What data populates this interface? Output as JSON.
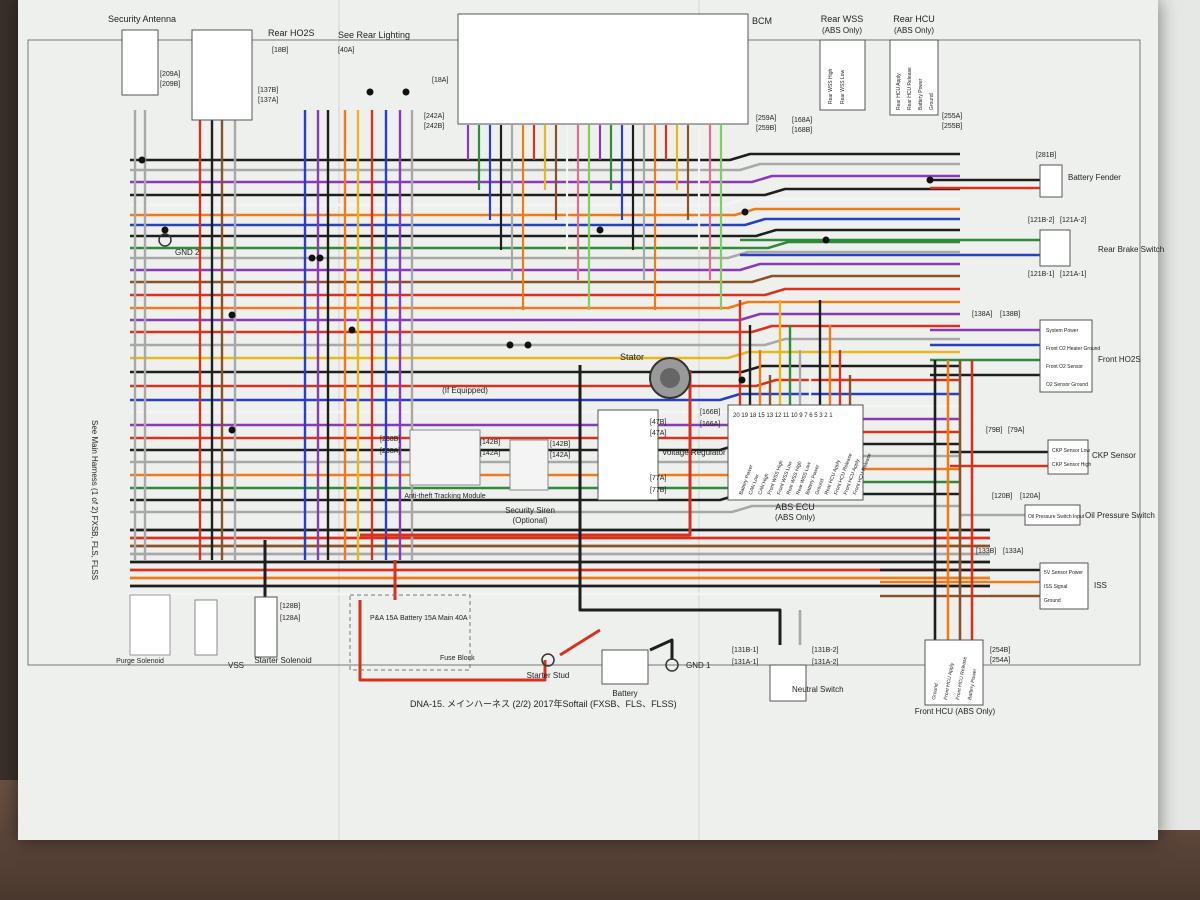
{
  "document": {
    "footer_caption": "DNA-15. メインハーネス (2/2) 2017年Softail (FXSB、FLS、FLSS)",
    "side_note": "See Main Harness (1 of 2) FXSB, FLS, FLSS"
  },
  "components": {
    "security_antenna": "Security Antenna",
    "rear_ho2s": "Rear HO2S",
    "see_rear_lighting": "See Rear Lighting",
    "bcm": "BCM",
    "rear_wss": "Rear WSS",
    "rear_wss_note": "(ABS Only)",
    "rear_hcu": "Rear HCU",
    "rear_hcu_note": "(ABS Only)",
    "battery_fender": "Battery Fender",
    "rear_brake_switch": "Rear Brake Switch",
    "front_ho2s": "Front HO2S",
    "ckp_sensor": "CKP Sensor",
    "oil_pressure_switch": "Oil Pressure Switch",
    "iss": "ISS",
    "front_hcu": "Front HCU (ABS Only)",
    "abs_ecu": "ABS ECU",
    "abs_ecu_note": "(ABS Only)",
    "stator": "Stator",
    "voltage_regulator": "Voltage Regulator",
    "security_siren": "Security Siren",
    "security_siren_note": "(Optional)",
    "anti_theft_module": "Anti-theft Tracking Module",
    "if_equipped": "(If Equipped)",
    "gnd2": "GND 2",
    "gnd1": "GND 1",
    "starter_solenoid": "Starter Solenoid",
    "starter_stud": "Starter Stud",
    "battery": "Battery",
    "neutral_switch": "Neutral Switch",
    "vss": "VSS",
    "p_and_a": "P&A 15A",
    "battery_fuse": "Battery 15A",
    "main_fuse": "Main 40A",
    "fuse_block": "Fuse Block",
    "purge_solenoid": "Purge Solenoid"
  },
  "connectors": {
    "c209a": "[209A]",
    "c209b": "[209B]",
    "c137b": "[137B]",
    "c137a": "[137A]",
    "c18a": "[18A]",
    "c18b": "[18B]",
    "c40a": "[40A]",
    "c242a": "[242A]",
    "c242b": "[242B]",
    "c259a": "[259A]",
    "c259b": "[259B]",
    "c168a": "[168A]",
    "c168b": "[168B]",
    "c255a": "[255A]",
    "c255b": "[255B]",
    "c281b": "[281B]",
    "c121b2": "[121B-2]",
    "c121a2": "[121A-2]",
    "c121b1": "[121B-1]",
    "c121a1": "[121A-1]",
    "c138a": "[138A]",
    "c138b": "[138B]",
    "c79b": "[79B]",
    "c79a": "[79A]",
    "c120b": "[120B]",
    "c120a": "[120A]",
    "c133b": "[133B]",
    "c133a": "[133A]",
    "c254b": "[254B]",
    "c254a": "[254A]",
    "c166b": "[166B]",
    "c166a": "[166A]",
    "c47b": "[47B]",
    "c47a": "[47A]",
    "c77a": "[77A]",
    "c77b": "[77B]",
    "c142b": "[142B]",
    "c142a": "[142A]",
    "c268b": "[268B]",
    "c268a": "[268A]",
    "c128b": "[128B]",
    "c128a": "[128A]",
    "c131b1": "[131B-1]",
    "c131a1": "[131A-1]",
    "c131b2": "[131B-2]",
    "c131a2": "[131A-2]"
  },
  "pin_labels": {
    "abs_ecu": [
      "Battery Power",
      "CAN Low",
      "CAN High",
      "Front WSS High",
      "Front WSS Low",
      "Rear WSS High",
      "Rear WSS Low",
      "Battery Power",
      "Ground",
      "Rear HCU Apply",
      "Front HCU Release",
      "Front HCU Apply",
      "Front HCU Release"
    ],
    "abs_ecu_pins": "20 19 18 15 13 12 11 10 9 7 6 5 3 2 1",
    "front_ho2s": [
      "System Power",
      "Front O2 Heater Ground",
      "Front O2 Sensor",
      "O2 Sensor Ground"
    ],
    "ckp": [
      "CKP Sensor Low",
      "CKP Sensor High"
    ],
    "iss": [
      "5V Sensor Power",
      "ISS Signal",
      "Ground"
    ],
    "front_hcu": [
      "Ground",
      "Front HCU Apply",
      "Front HCU Release",
      "Battery Power"
    ],
    "rear_wss": [
      "Rear WSS High",
      "Rear WSS Low"
    ],
    "rear_hcu": [
      "Rear HCU Apply",
      "Rear HCU Release",
      "Battery Power",
      "Ground"
    ],
    "oil_pressure": "Oil Pressure Switch Input"
  },
  "wire_colors": {
    "red": "#d8321e",
    "black": "#1e1e1e",
    "blue": "#2740c0",
    "violet": "#8a3ab8",
    "orange": "#ee7a1a",
    "green": "#2f8a3a",
    "brown": "#8a5228",
    "yellow": "#e8b81a",
    "gray": "#a8a8a8",
    "white": "#f4f4f4",
    "pink": "#e07088",
    "lightgreen": "#7fcf60"
  }
}
